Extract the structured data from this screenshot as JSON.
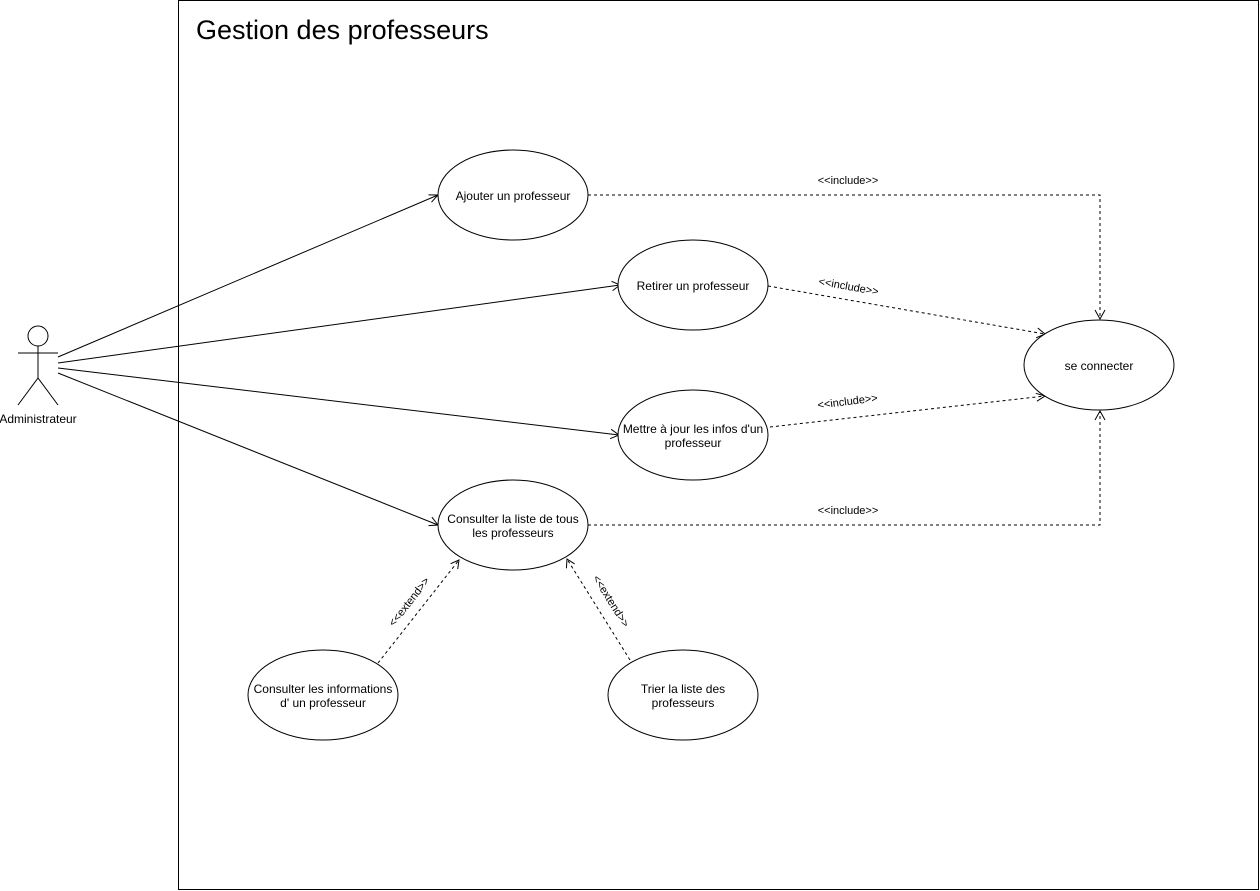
{
  "diagram": {
    "system_title": "Gestion des professeurs",
    "actor": {
      "label": "Administrateur"
    },
    "use_cases": {
      "ajouter": [
        "Ajouter un professeur"
      ],
      "retirer": [
        "Retirer un professeur"
      ],
      "mettre_a_jour": [
        "Mettre à jour les infos d'un",
        "professeur"
      ],
      "consulter_liste": [
        "Consulter la liste de tous",
        "les professeurs"
      ],
      "consulter_infos": [
        "Consulter les informations",
        "d' un professeur"
      ],
      "trier": [
        "Trier la liste des",
        "professeurs"
      ],
      "se_connecter": [
        "se connecter"
      ]
    },
    "relations": {
      "include_ajouter": "<<include>>",
      "include_retirer": "<<include>>",
      "include_mettre_a_jour": "<<include>>",
      "include_consulter_liste": "<<include>>",
      "extend_consulter_infos": "<<extend>>",
      "extend_trier": "<<extend>>"
    }
  }
}
